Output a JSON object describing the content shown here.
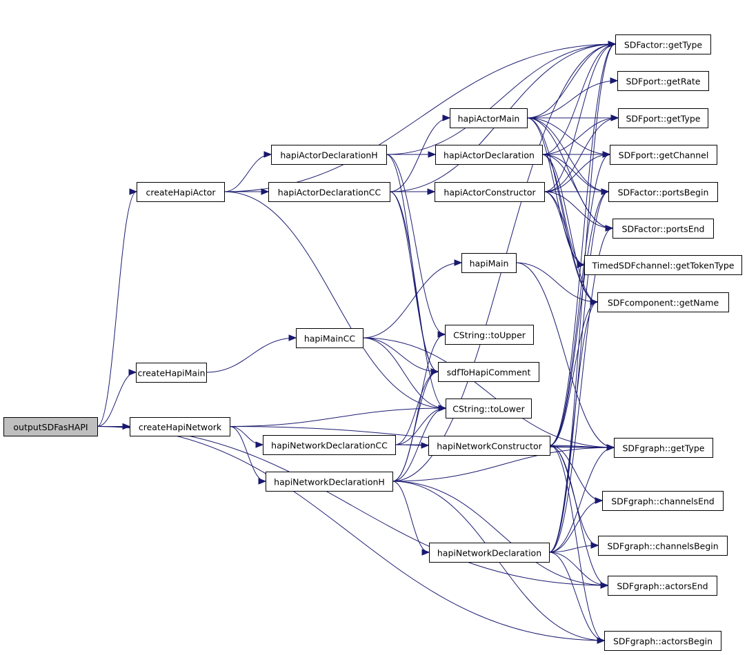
{
  "graph": {
    "type": "call-graph",
    "root": "outputSDFasHAPI",
    "colors": {
      "edge": "#191970",
      "node_fill": "#ffffff",
      "root_fill": "#bfbfbf",
      "node_border": "#000000"
    },
    "nodes": [
      {
        "id": "outputSDFasHAPI",
        "label": "outputSDFasHAPI",
        "root": true
      },
      {
        "id": "createHapiActor",
        "label": "createHapiActor"
      },
      {
        "id": "createHapiMain",
        "label": "createHapiMain"
      },
      {
        "id": "createHapiNetwork",
        "label": "createHapiNetwork"
      },
      {
        "id": "hapiActorDeclarationH",
        "label": "hapiActorDeclarationH"
      },
      {
        "id": "hapiActorDeclarationCC",
        "label": "hapiActorDeclarationCC"
      },
      {
        "id": "hapiMainCC",
        "label": "hapiMainCC"
      },
      {
        "id": "hapiNetworkDeclarationCC",
        "label": "hapiNetworkDeclarationCC"
      },
      {
        "id": "hapiNetworkDeclarationH",
        "label": "hapiNetworkDeclarationH"
      },
      {
        "id": "hapiActorMain",
        "label": "hapiActorMain"
      },
      {
        "id": "hapiActorDeclaration",
        "label": "hapiActorDeclaration"
      },
      {
        "id": "hapiActorConstructor",
        "label": "hapiActorConstructor"
      },
      {
        "id": "hapiMain",
        "label": "hapiMain"
      },
      {
        "id": "CString_toUpper",
        "label": "CString::toUpper"
      },
      {
        "id": "sdfToHapiComment",
        "label": "sdfToHapiComment"
      },
      {
        "id": "CString_toLower",
        "label": "CString::toLower"
      },
      {
        "id": "hapiNetworkConstructor",
        "label": "hapiNetworkConstructor"
      },
      {
        "id": "hapiNetworkDeclaration",
        "label": "hapiNetworkDeclaration"
      },
      {
        "id": "SDFactor_getType",
        "label": "SDFactor::getType"
      },
      {
        "id": "SDFport_getRate",
        "label": "SDFport::getRate"
      },
      {
        "id": "SDFport_getType",
        "label": "SDFport::getType"
      },
      {
        "id": "SDFport_getChannel",
        "label": "SDFport::getChannel"
      },
      {
        "id": "SDFactor_portsBegin",
        "label": "SDFactor::portsBegin"
      },
      {
        "id": "SDFactor_portsEnd",
        "label": "SDFactor::portsEnd"
      },
      {
        "id": "TimedSDFchannel_getTokenType",
        "label": "TimedSDFchannel::getTokenType"
      },
      {
        "id": "SDFcomponent_getName",
        "label": "SDFcomponent::getName"
      },
      {
        "id": "SDFgraph_getType",
        "label": "SDFgraph::getType"
      },
      {
        "id": "SDFgraph_channelsEnd",
        "label": "SDFgraph::channelsEnd"
      },
      {
        "id": "SDFgraph_channelsBegin",
        "label": "SDFgraph::channelsBegin"
      },
      {
        "id": "SDFgraph_actorsEnd",
        "label": "SDFgraph::actorsEnd"
      },
      {
        "id": "SDFgraph_actorsBegin",
        "label": "SDFgraph::actorsBegin"
      }
    ],
    "edges": [
      [
        "outputSDFasHAPI",
        "createHapiActor"
      ],
      [
        "outputSDFasHAPI",
        "createHapiMain"
      ],
      [
        "outputSDFasHAPI",
        "createHapiNetwork"
      ],
      [
        "outputSDFasHAPI",
        "SDFgraph_actorsEnd"
      ],
      [
        "outputSDFasHAPI",
        "SDFgraph_actorsBegin"
      ],
      [
        "createHapiActor",
        "SDFactor_getType"
      ],
      [
        "createHapiActor",
        "hapiActorDeclarationH"
      ],
      [
        "createHapiActor",
        "hapiActorDeclarationCC"
      ],
      [
        "createHapiActor",
        "CString_toLower"
      ],
      [
        "createHapiMain",
        "hapiMainCC"
      ],
      [
        "createHapiNetwork",
        "SDFgraph_getType"
      ],
      [
        "createHapiNetwork",
        "CString_toLower"
      ],
      [
        "createHapiNetwork",
        "hapiNetworkDeclarationCC"
      ],
      [
        "createHapiNetwork",
        "hapiNetworkDeclarationH"
      ],
      [
        "hapiActorDeclarationH",
        "SDFactor_getType"
      ],
      [
        "hapiActorDeclarationH",
        "hapiActorDeclaration"
      ],
      [
        "hapiActorDeclarationH",
        "CString_toUpper"
      ],
      [
        "hapiActorDeclarationH",
        "sdfToHapiComment"
      ],
      [
        "hapiActorDeclarationCC",
        "SDFactor_getType"
      ],
      [
        "hapiActorDeclarationCC",
        "hapiActorMain"
      ],
      [
        "hapiActorDeclarationCC",
        "hapiActorConstructor"
      ],
      [
        "hapiActorDeclarationCC",
        "sdfToHapiComment"
      ],
      [
        "hapiActorDeclarationCC",
        "CString_toLower"
      ],
      [
        "hapiMainCC",
        "hapiMain"
      ],
      [
        "hapiMainCC",
        "SDFgraph_getType"
      ],
      [
        "hapiMainCC",
        "sdfToHapiComment"
      ],
      [
        "hapiMainCC",
        "CString_toLower"
      ],
      [
        "hapiNetworkDeclarationCC",
        "hapiNetworkConstructor"
      ],
      [
        "hapiNetworkDeclarationCC",
        "sdfToHapiComment"
      ],
      [
        "hapiNetworkDeclarationCC",
        "CString_toLower"
      ],
      [
        "hapiNetworkDeclarationCC",
        "SDFgraph_getType"
      ],
      [
        "hapiNetworkDeclarationH",
        "SDFactor_getType"
      ],
      [
        "hapiNetworkDeclarationH",
        "CString_toUpper"
      ],
      [
        "hapiNetworkDeclarationH",
        "sdfToHapiComment"
      ],
      [
        "hapiNetworkDeclarationH",
        "CString_toLower"
      ],
      [
        "hapiNetworkDeclarationH",
        "SDFgraph_getType"
      ],
      [
        "hapiNetworkDeclarationH",
        "hapiNetworkDeclaration"
      ],
      [
        "hapiNetworkDeclarationH",
        "SDFgraph_actorsEnd"
      ],
      [
        "hapiNetworkDeclarationH",
        "SDFgraph_actorsBegin"
      ],
      [
        "hapiActorMain",
        "SDFactor_getType"
      ],
      [
        "hapiActorMain",
        "SDFport_getRate"
      ],
      [
        "hapiActorMain",
        "SDFport_getType"
      ],
      [
        "hapiActorMain",
        "SDFport_getChannel"
      ],
      [
        "hapiActorMain",
        "SDFactor_portsBegin"
      ],
      [
        "hapiActorMain",
        "SDFactor_portsEnd"
      ],
      [
        "hapiActorMain",
        "TimedSDFchannel_getTokenType"
      ],
      [
        "hapiActorMain",
        "SDFcomponent_getName"
      ],
      [
        "hapiActorDeclaration",
        "SDFactor_getType"
      ],
      [
        "hapiActorDeclaration",
        "SDFport_getType"
      ],
      [
        "hapiActorDeclaration",
        "SDFport_getChannel"
      ],
      [
        "hapiActorDeclaration",
        "SDFactor_portsBegin"
      ],
      [
        "hapiActorDeclaration",
        "SDFactor_portsEnd"
      ],
      [
        "hapiActorDeclaration",
        "TimedSDFchannel_getTokenType"
      ],
      [
        "hapiActorDeclaration",
        "SDFcomponent_getName"
      ],
      [
        "hapiActorConstructor",
        "SDFactor_getType"
      ],
      [
        "hapiActorConstructor",
        "SDFport_getType"
      ],
      [
        "hapiActorConstructor",
        "SDFport_getChannel"
      ],
      [
        "hapiActorConstructor",
        "SDFactor_portsBegin"
      ],
      [
        "hapiActorConstructor",
        "SDFactor_portsEnd"
      ],
      [
        "hapiActorConstructor",
        "TimedSDFchannel_getTokenType"
      ],
      [
        "hapiActorConstructor",
        "SDFcomponent_getName"
      ],
      [
        "hapiMain",
        "SDFcomponent_getName"
      ],
      [
        "hapiMain",
        "SDFgraph_getType"
      ],
      [
        "hapiNetworkConstructor",
        "SDFactor_getType"
      ],
      [
        "hapiNetworkConstructor",
        "SDFport_getChannel"
      ],
      [
        "hapiNetworkConstructor",
        "SDFactor_portsBegin"
      ],
      [
        "hapiNetworkConstructor",
        "SDFcomponent_getName"
      ],
      [
        "hapiNetworkConstructor",
        "SDFgraph_getType"
      ],
      [
        "hapiNetworkConstructor",
        "SDFgraph_channelsEnd"
      ],
      [
        "hapiNetworkConstructor",
        "SDFgraph_channelsBegin"
      ],
      [
        "hapiNetworkConstructor",
        "SDFgraph_actorsEnd"
      ],
      [
        "hapiNetworkConstructor",
        "SDFgraph_actorsBegin"
      ],
      [
        "hapiNetworkDeclaration",
        "SDFactor_getType"
      ],
      [
        "hapiNetworkDeclaration",
        "SDFactor_portsBegin"
      ],
      [
        "hapiNetworkDeclaration",
        "SDFactor_portsEnd"
      ],
      [
        "hapiNetworkDeclaration",
        "SDFcomponent_getName"
      ],
      [
        "hapiNetworkDeclaration",
        "SDFgraph_getType"
      ],
      [
        "hapiNetworkDeclaration",
        "SDFgraph_channelsEnd"
      ],
      [
        "hapiNetworkDeclaration",
        "SDFgraph_channelsBegin"
      ],
      [
        "hapiNetworkDeclaration",
        "SDFgraph_actorsEnd"
      ],
      [
        "hapiNetworkDeclaration",
        "SDFgraph_actorsBegin"
      ]
    ]
  }
}
